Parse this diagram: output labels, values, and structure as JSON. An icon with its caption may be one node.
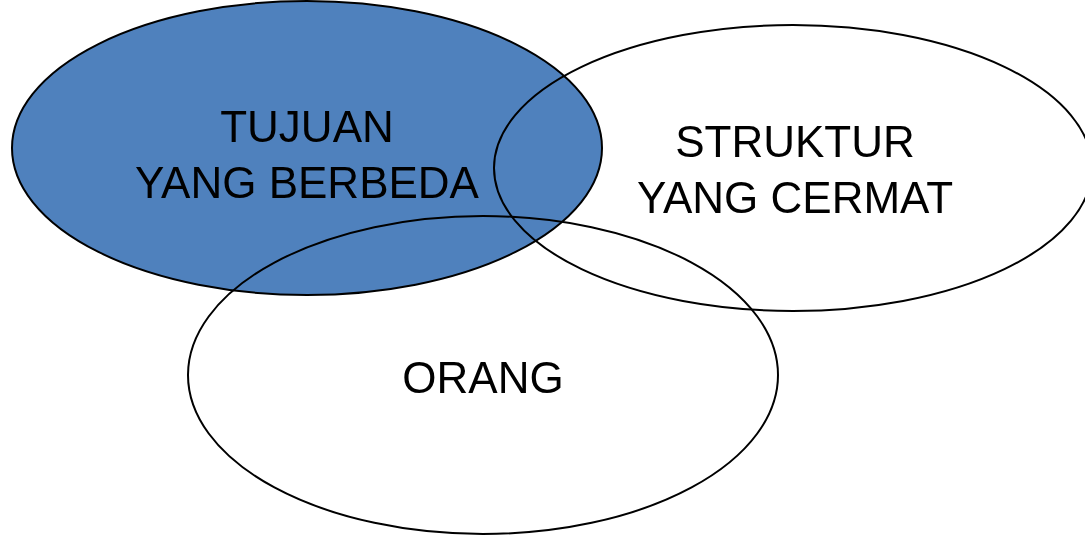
{
  "diagram": {
    "nodes": [
      {
        "text": [
          "TUJUAN YANG BERBEDA"
        ]
      },
      {
        "text": [
          "STRUKTUR YANG CERMAT"
        ]
      },
      {
        "text": [
          "ORANG"
        ]
      }
    ]
  }
}
